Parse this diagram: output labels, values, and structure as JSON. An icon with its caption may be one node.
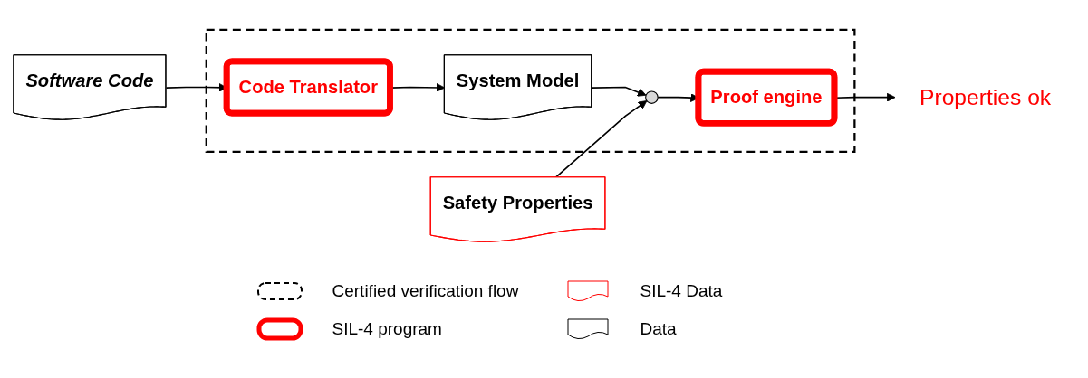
{
  "diagram": {
    "nodes": [
      {
        "text": [],
        "shape": "box"
      },
      {
        "text": [
          "Software Code"
        ]
      },
      {
        "text": [
          "Code Translator"
        ],
        "in": 0
      },
      {
        "text": [
          "System Model"
        ],
        "in": 0
      },
      {
        "text": [
          "Safety Properties"
        ]
      },
      {
        "text": [],
        "shape": "circle",
        "in": 0
      },
      {
        "text": [
          "Proof engine"
        ],
        "in": 0
      },
      {
        "text": [
          "Properties ok"
        ]
      }
    ],
    "edges": [
      {
        "from": 1,
        "to": 2,
        "arrow": "to"
      },
      {
        "from": 2,
        "to": 3,
        "arrow": "to"
      },
      {
        "from": 3,
        "to": 5,
        "arrow": "to"
      },
      {
        "from": 4,
        "to": 5,
        "arrow": "to"
      },
      {
        "from": 5,
        "to": 6,
        "arrow": "to"
      },
      {
        "from": 6,
        "to": 7,
        "arrow": "to"
      }
    ],
    "legend": [
      {
        "text": "Certified verification flow"
      },
      {
        "text": "SIL-4 Data"
      },
      {
        "text": "SIL-4 program"
      },
      {
        "text": "Data"
      }
    ]
  }
}
